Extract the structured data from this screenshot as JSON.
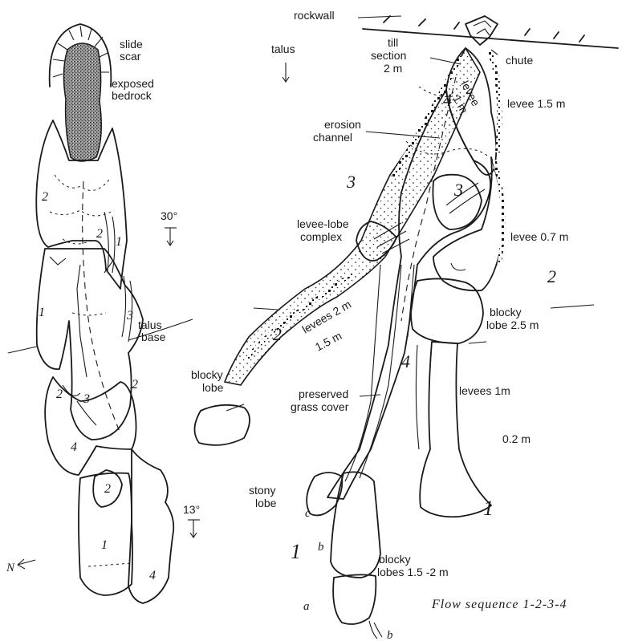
{
  "labels": {
    "slide_scar": [
      "slide",
      "scar"
    ],
    "exposed_bedrock": [
      "exposed",
      "bedrock"
    ],
    "slope_top": "30°",
    "slope_bottom": "13°",
    "talus_base": [
      "talus",
      "base"
    ],
    "north": "N",
    "rockwall": "rockwall",
    "talus": "talus",
    "till_section": [
      "till",
      "section",
      "2 m"
    ],
    "chute": "chute",
    "levee_top_small": [
      "levee",
      "1 m"
    ],
    "levee_15": "levee 1.5 m",
    "erosion_channel": [
      "erosion",
      "channel"
    ],
    "levee_lobe_complex": [
      "levee-lobe",
      "complex"
    ],
    "levee_07": "levee 0.7 m",
    "levees_2m": "levees 2 m",
    "levees_15": "1.5 m",
    "blocky_lobe_25": [
      "blocky",
      "lobe  2.5 m"
    ],
    "blocky_lobe": [
      "blocky",
      "lobe"
    ],
    "preserved_grass": [
      "preserved",
      "grass cover"
    ],
    "levees_1m": "levees 1m",
    "depth_02": "0.2 m",
    "stony_lobe": [
      "stony",
      "lobe"
    ],
    "blocky_lobes": [
      "blocky",
      "lobes 1.5 -2 m"
    ],
    "flow_sequence": "Flow sequence 1-2-3-4"
  },
  "flow_numbers_left": [
    "2",
    "2",
    "1",
    "1",
    "3",
    "2",
    "3",
    "2",
    "4",
    "2",
    "1",
    "4"
  ],
  "flow_numbers_right": [
    "4",
    "3",
    "3",
    "2",
    "2",
    "4",
    "1",
    "1"
  ],
  "letters": [
    "a",
    "b",
    "b",
    "c"
  ]
}
